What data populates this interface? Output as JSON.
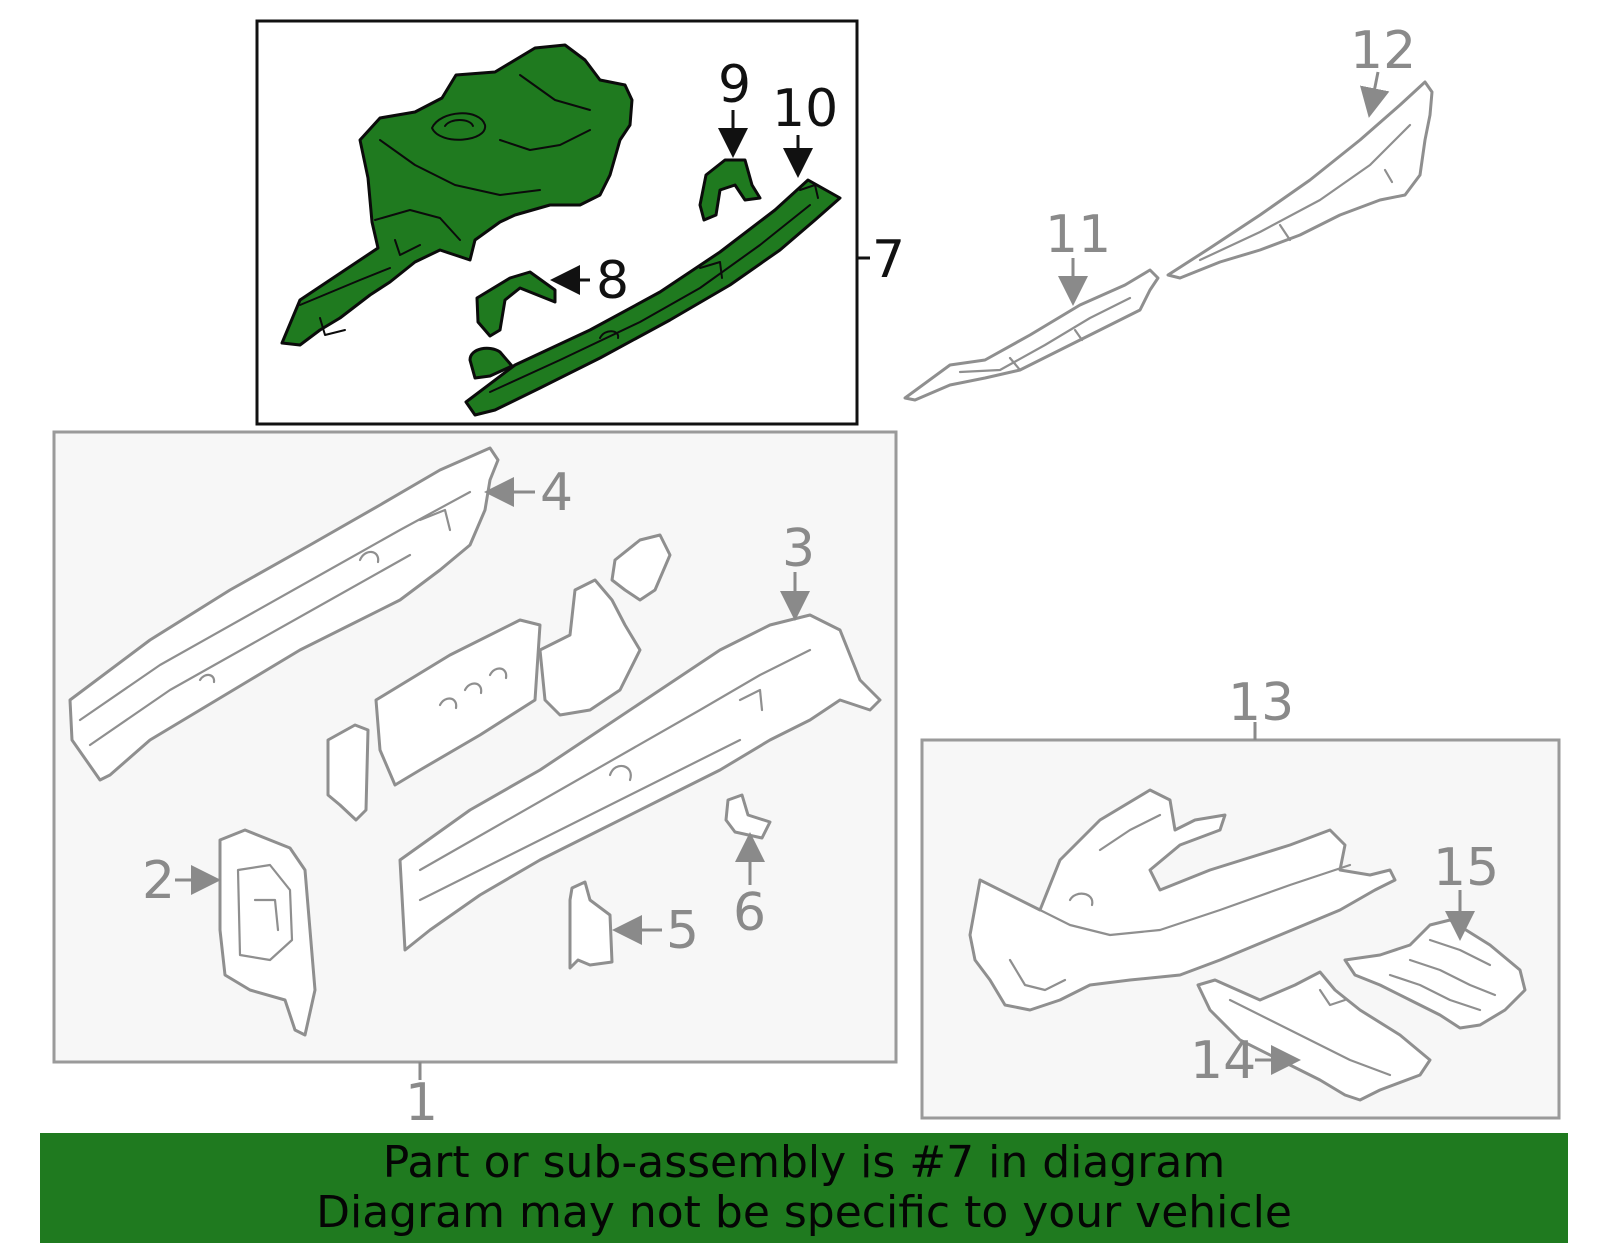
{
  "callouts": {
    "n1": "1",
    "n2": "2",
    "n3": "3",
    "n4": "4",
    "n5": "5",
    "n6": "6",
    "n7": "7",
    "n8": "8",
    "n9": "9",
    "n10": "10",
    "n11": "11",
    "n12": "12",
    "n13": "13",
    "n14": "14",
    "n15": "15"
  },
  "banner": {
    "line1": "Part or sub-assembly is #7 in diagram",
    "line2": "Diagram may not be specific to your vehicle"
  },
  "colors": {
    "highlight": "#1f7a1f",
    "banner": "#1f7a1f",
    "line_grey": "#8f8f8f",
    "panel_bg": "#f7f7f7"
  }
}
